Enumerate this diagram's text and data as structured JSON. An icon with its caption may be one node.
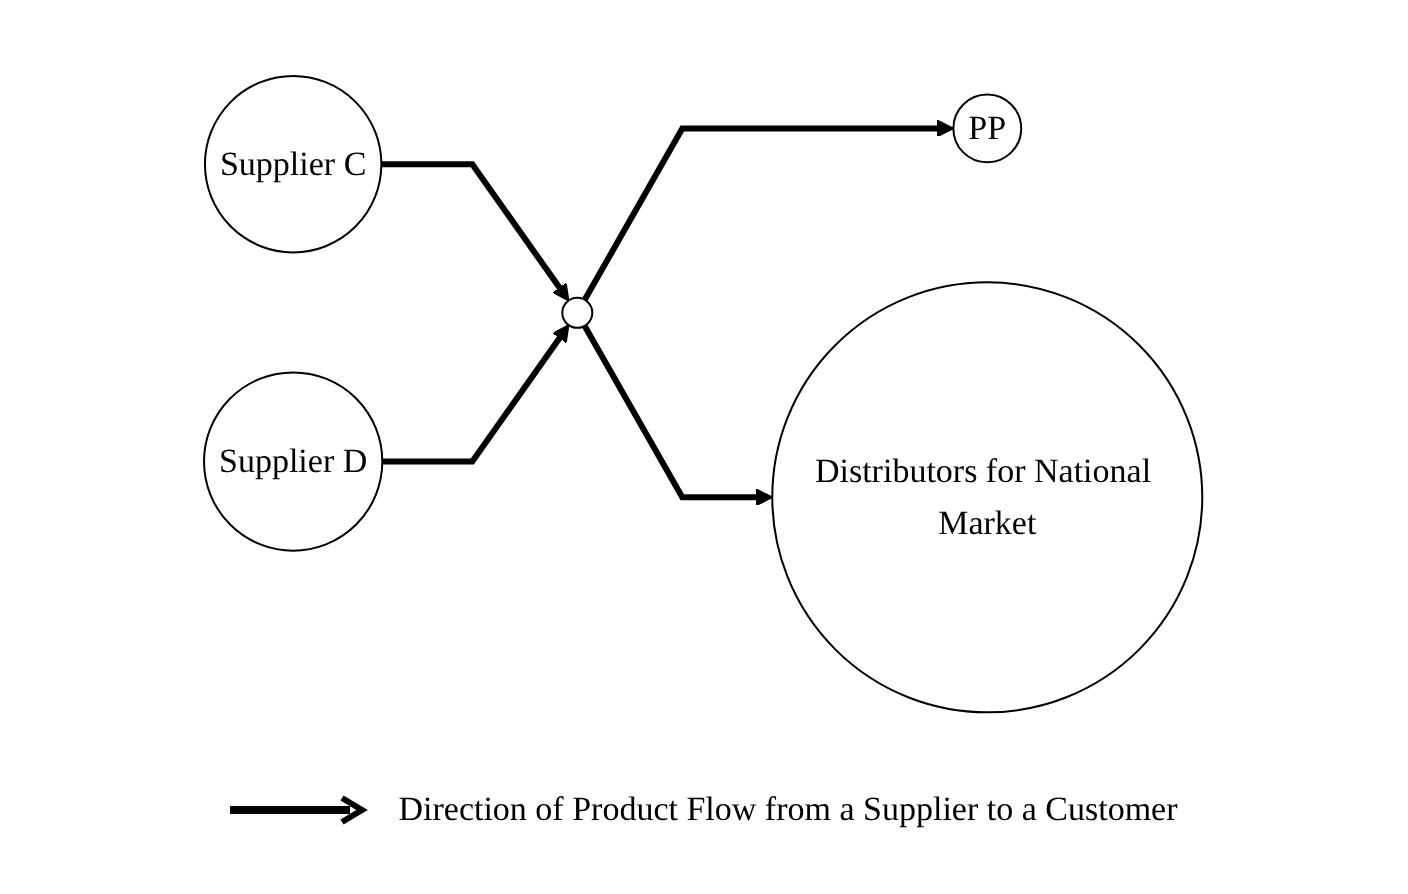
{
  "diagram": {
    "nodes": [
      {
        "text": [
          "Supplier C"
        ]
      },
      {
        "text": [
          "PP"
        ]
      },
      {
        "text": [],
        "shape": "circle"
      },
      {
        "text": [
          "Supplier D"
        ]
      },
      {
        "text": [
          "Distributors for National Market"
        ]
      }
    ],
    "edges": [
      {
        "from": 0,
        "to": 2,
        "arrow": "to"
      },
      {
        "from": 3,
        "to": 2,
        "arrow": "to"
      },
      {
        "from": 2,
        "to": 1,
        "arrow": "to"
      },
      {
        "from": 2,
        "to": 4,
        "arrow": "to"
      }
    ],
    "legend": [
      {
        "text": "Direction of Product Flow from a Supplier to a Customer"
      }
    ]
  }
}
